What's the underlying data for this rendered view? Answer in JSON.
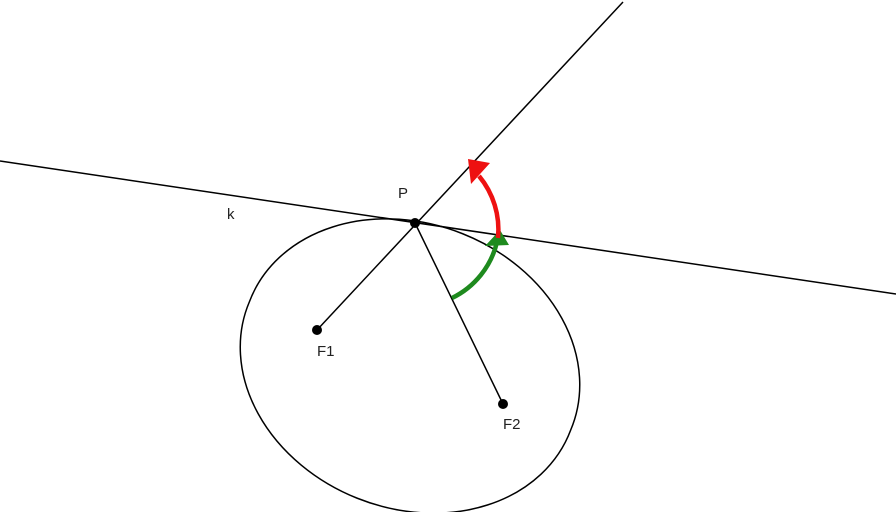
{
  "labels": {
    "line": "k",
    "point": "P",
    "focus1": "F1",
    "focus2": "F2"
  },
  "colors": {
    "stroke": "#000000",
    "angle1": "#1e8a1e",
    "angle2": "#ee1111"
  }
}
